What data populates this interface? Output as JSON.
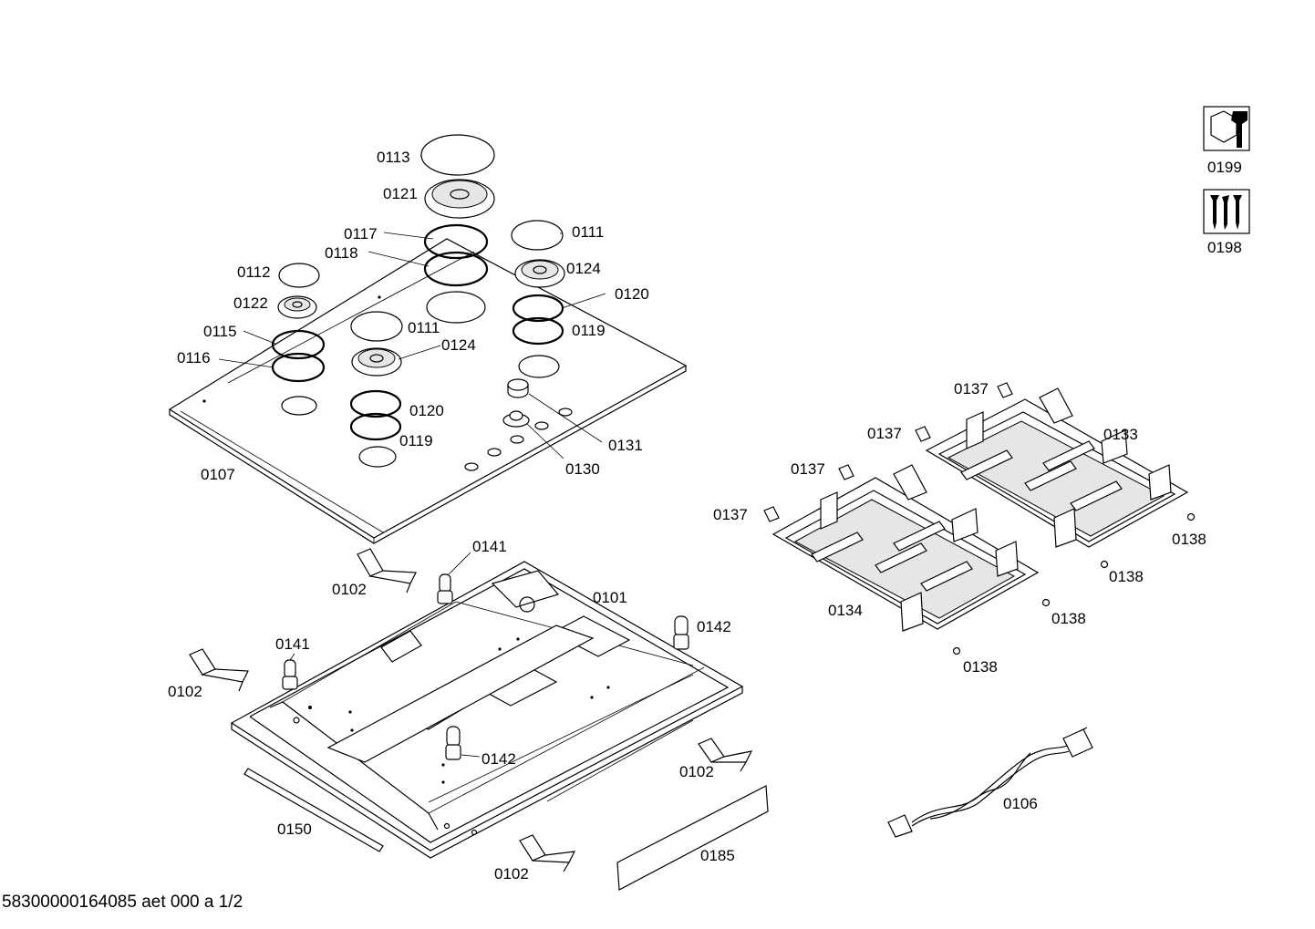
{
  "labels": {
    "p0113": "0113",
    "p0121": "0121",
    "p0117": "0117",
    "p0118": "0118",
    "p0111a": "0111",
    "p0111b": "0111",
    "p0112": "0112",
    "p0122": "0122",
    "p0124a": "0124",
    "p0124b": "0124",
    "p0120a": "0120",
    "p0120b": "0120",
    "p0115": "0115",
    "p0116": "0116",
    "p0119a": "0119",
    "p0119b": "0119",
    "p0131": "0131",
    "p0130": "0130",
    "p0107": "0107",
    "p0141a": "0141",
    "p0141b": "0141",
    "p0101": "0101",
    "p0142a": "0142",
    "p0142b": "0142",
    "p0102a": "0102",
    "p0102b": "0102",
    "p0102c": "0102",
    "p0102d": "0102",
    "p0150": "0150",
    "p0185": "0185",
    "p0137a": "0137",
    "p0137b": "0137",
    "p0137c": "0137",
    "p0137d": "0137",
    "p0133": "0133",
    "p0134": "0134",
    "p0138a": "0138",
    "p0138b": "0138",
    "p0138c": "0138",
    "p0138d": "0138",
    "p0106": "0106",
    "p0199": "0199",
    "p0198": "0198"
  },
  "icons": {
    "service_kit": "wrench-nut-icon",
    "screw_set": "screws-icon"
  },
  "footer": "58300000164085 aet 000 a 1/2"
}
